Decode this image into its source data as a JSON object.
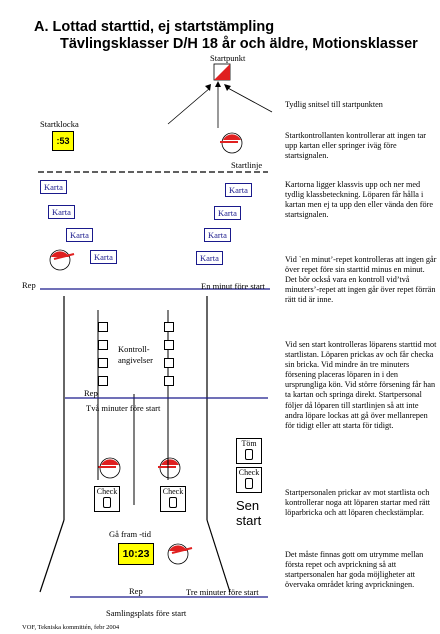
{
  "title": {
    "line1": "A.  Lottad starttid, ej startstämpling",
    "line2": "Tävlingsklasser D/H 18 år och äldre, Motionsklasser"
  },
  "diagram": {
    "start_point": "Startpunkt",
    "start_clock_label": "Startklocka",
    "start_clock_value": ":53",
    "start_line": "Startlinje",
    "karta": "Karta",
    "rep": "Rep",
    "one_minute_before": "En  minut före start",
    "control_descriptions": "Kontroll-\nangivelser",
    "two_minutes_before": "Två minuter före start",
    "empty_label": "Töm",
    "check_label": "Check",
    "late_start": "Sen\nstart",
    "go_forward_time": "Gå fram -tid",
    "go_forward_clock": "10:23",
    "three_minutes_before": "Tre minuter före start",
    "assembly": "Samlingsplats före start",
    "footer": "VOF, Tekniska kommittén, febr 2004",
    "colors": {
      "marker_red": "#e02020",
      "clock_yellow": "#ffff00",
      "line_blue": "#1a1a8c"
    }
  },
  "paragraphs": [
    "Tydlig snitsel till startpunkten",
    "Startkontrollanten kontrollerar att ingen tar  upp  kartan  eller springer iväg före startsignalen.",
    "Kartorna ligger klassvis upp och ner med tydlig klassbeteckning. Löparen får hålla i kartan men ej ta upp den eller vända den före startsignalen.",
    "Vid `en minut’-repet kontrolleras att ingen går över repet före sin starttid minus en minut. Det bör också vara en kontroll vid’två minuters’-repet  att ingen går över repet förrän rätt tid är inne.",
    "Vid sen start  kontrolleras löparens starttid mot startlistan. Löparen prickas av och får checka sin bricka. Vid mindre än tre minuters försening placeras löparen in i den ursprungliga kön. Vid större försening får han ta kartan och springa direkt. Startpersonal följer då  löparen till startlinjen så att inte andra löpare lockas att gå över mellanrepen för tidigt eller att starta för tidigt.",
    "Startpersonalen prickar av mot startlista och kontrollerar noga att löparen startar med rätt löparbricka och att löparen checkstämplar.",
    "Det måste finnas gott om utrymme mellan första repet och avprickning så att startpersonalen har goda möjligheter att övervaka området kring avprickningen."
  ]
}
